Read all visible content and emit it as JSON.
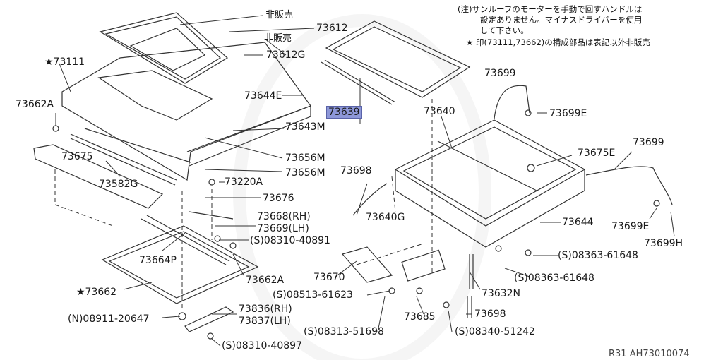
{
  "note": {
    "line1": "(注)サンルーフのモーターを手動で回すハンドルは",
    "line2": "設定ありません。マイナスドライバーを使用",
    "line3": "して下さい。",
    "line4": "★ 印(73111,73662)の構成部品は表記以外非販売"
  },
  "labels": {
    "hihanbai1": "非販売",
    "hihanbai2": "非販売",
    "p73612": "73612",
    "p73612G": "73612G",
    "p73111": "★73111",
    "p73662A_top": "73662A",
    "p73644E": "73644E",
    "p73639": "73639",
    "p73640": "73640",
    "p73699_top": "73699",
    "p73699E_top": "73699E",
    "p73643M": "73643M",
    "p73656M_1": "73656M",
    "p73656M_2": "73656M",
    "p73675": "73675",
    "p73675E": "73675E",
    "p73699_right": "73699",
    "p73582G": "73582G",
    "p73220A": "73220A",
    "p73676": "73676",
    "p73698_top": "73698",
    "p73640G": "73640G",
    "p73668": "73668(RH)",
    "p73669": "73669(LH)",
    "p73644": "73644",
    "p73699E_right": "73699E",
    "p73699H": "73699H",
    "s08310_40891": "08310-40891",
    "s08363_61648_a": "08363-61648",
    "p73664P": "73664P",
    "p73670": "73670",
    "s08363_61648_b": "08363-61648",
    "p73662A_bottom": "73662A",
    "p73662": "★73662",
    "s08513_61623": "08513-61623",
    "p73632N": "73632N",
    "n08911_20647": "08911-20647",
    "p73836": "73836(RH)",
    "p73837": "73837(LH)",
    "p73685": "73685",
    "p73698_bottom": "73698",
    "s08313_51698": "08313-51698",
    "s08340_51242": "08340-51242",
    "s08310_40897": "08310-40897",
    "footer_code": "R31   AH73010074",
    "s_mark": "S",
    "n_mark": "N"
  },
  "colors": {
    "line": "#333333",
    "highlight": "#8d97d8"
  }
}
